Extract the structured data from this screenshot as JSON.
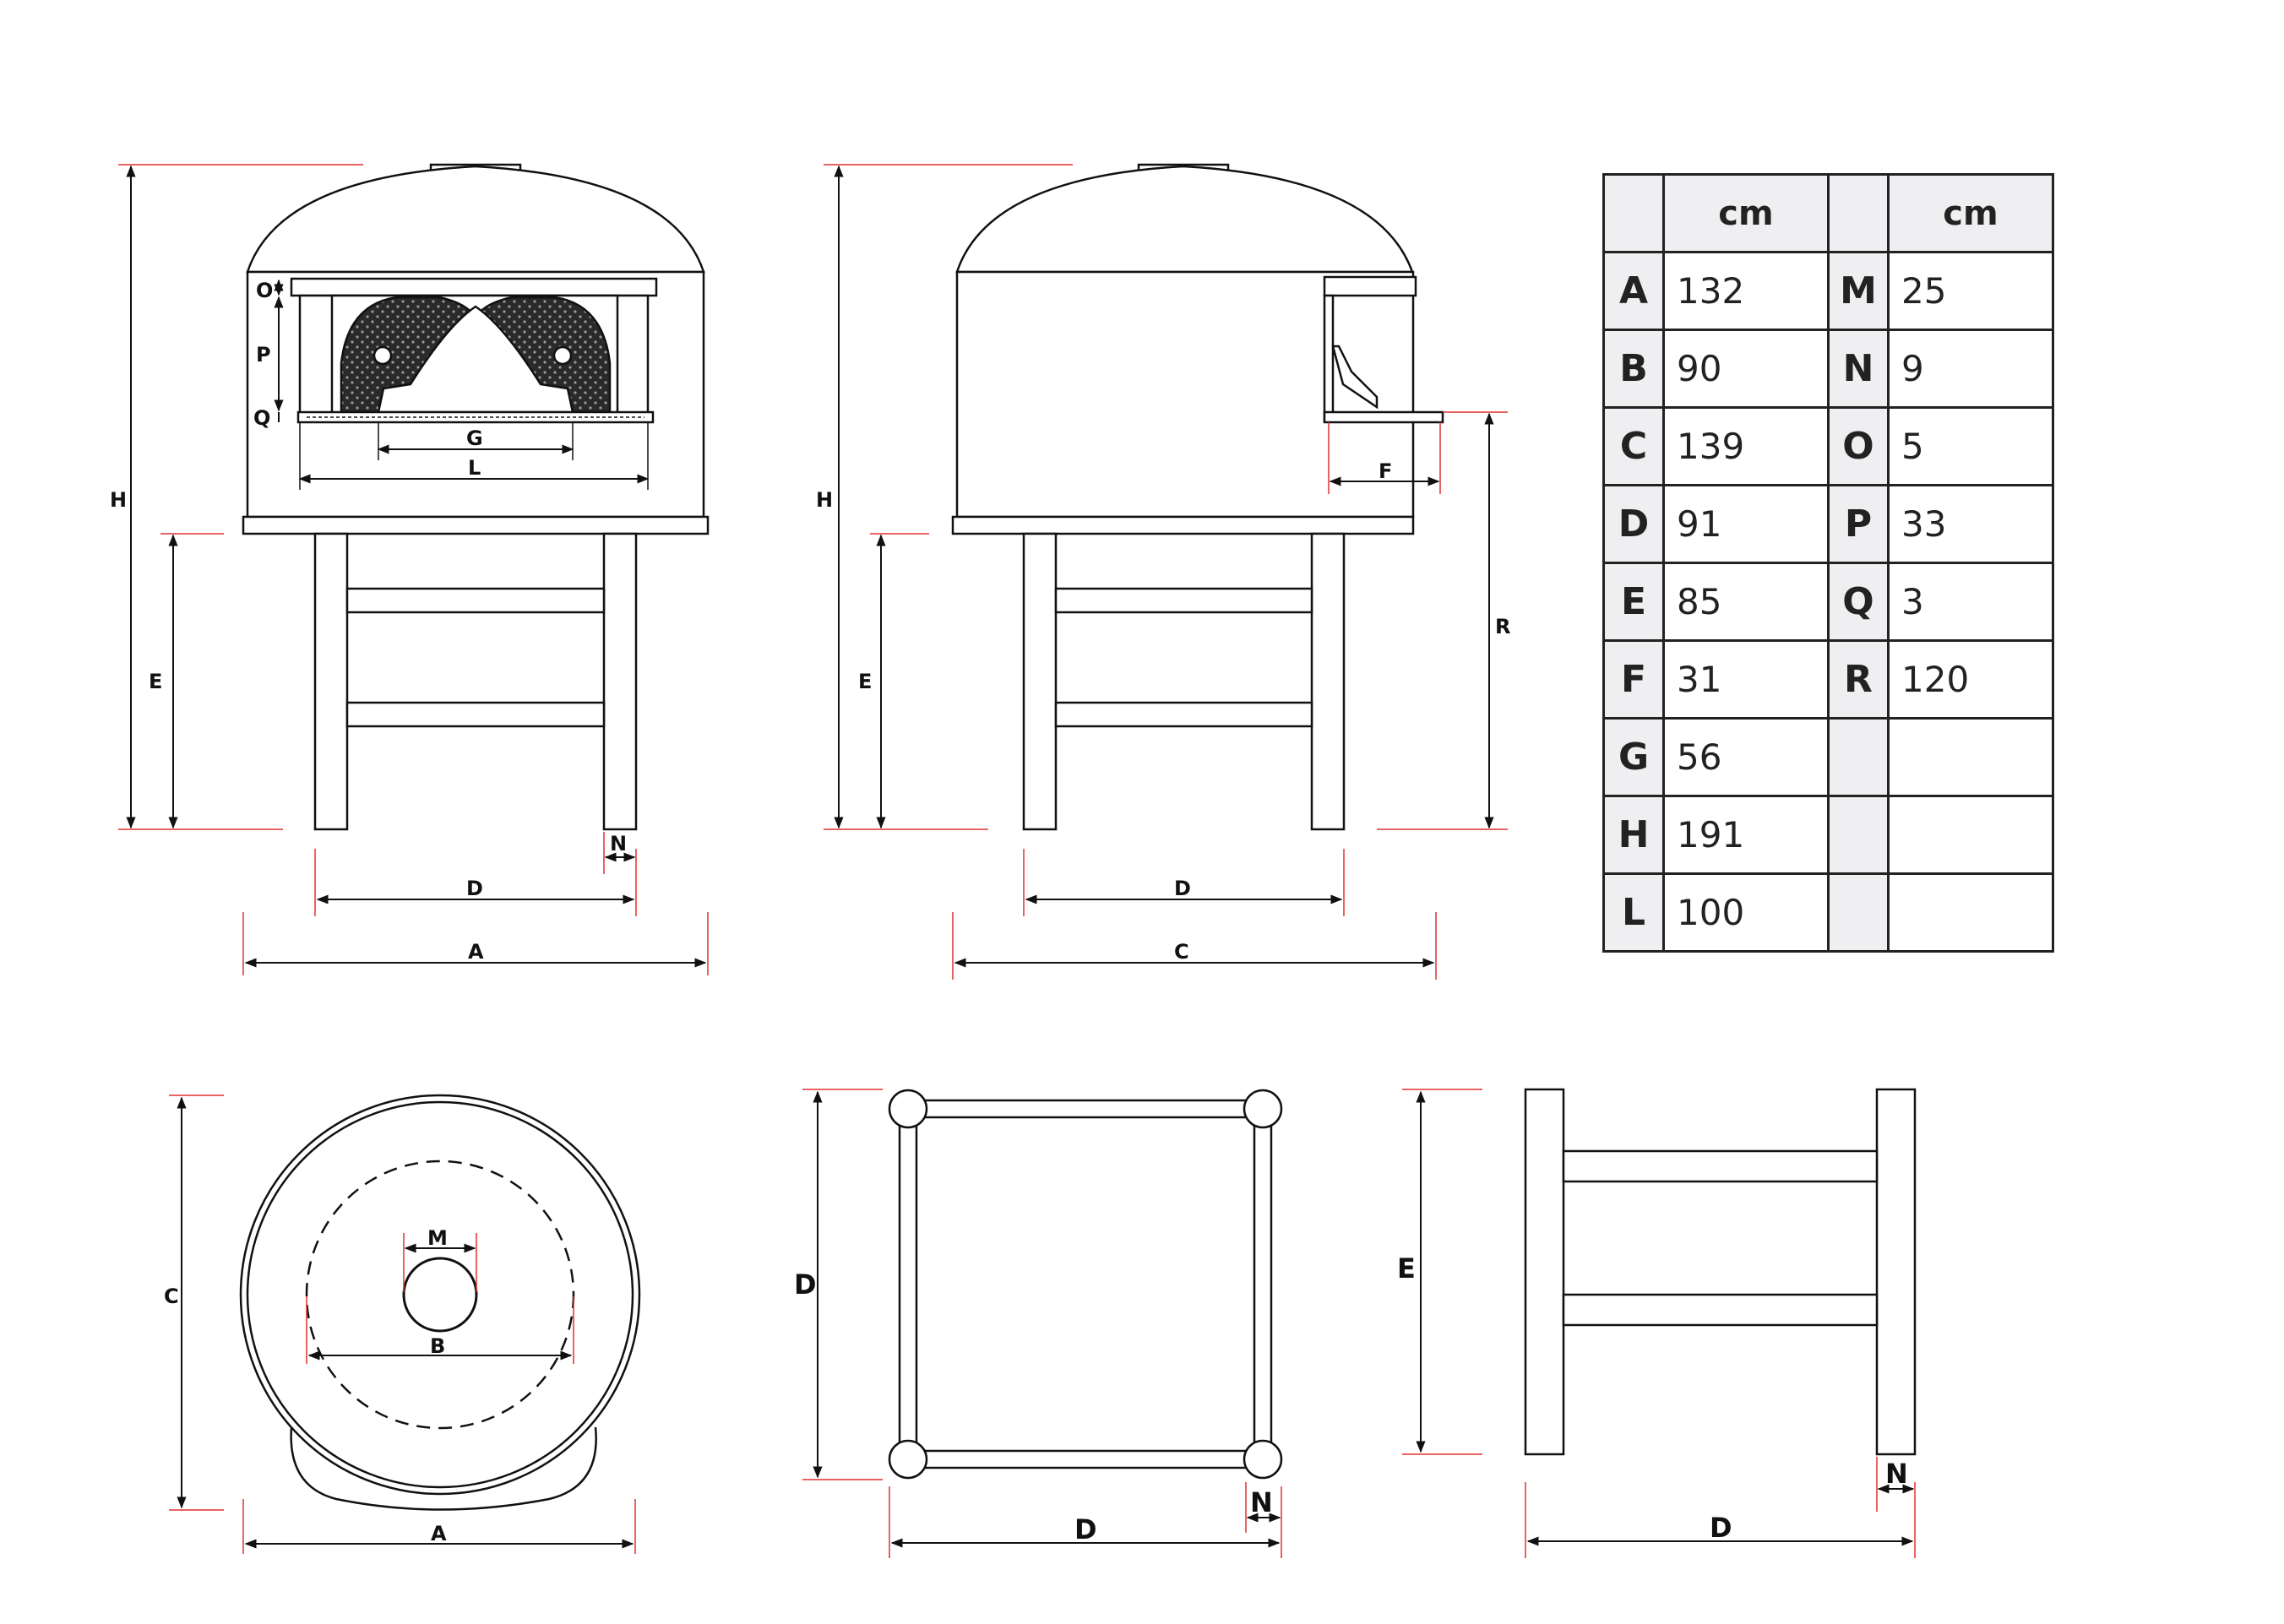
{
  "table": {
    "unit_header_1": "cm",
    "unit_header_2": "cm",
    "rows": [
      {
        "k1": "A",
        "v1": "132",
        "k2": "M",
        "v2": "25"
      },
      {
        "k1": "B",
        "v1": "90",
        "k2": "N",
        "v2": "9"
      },
      {
        "k1": "C",
        "v1": "139",
        "k2": "O",
        "v2": "5"
      },
      {
        "k1": "D",
        "v1": "91",
        "k2": "P",
        "v2": "33"
      },
      {
        "k1": "E",
        "v1": "85",
        "k2": "Q",
        "v2": "3"
      },
      {
        "k1": "F",
        "v1": "31",
        "k2": "R",
        "v2": "120"
      },
      {
        "k1": "G",
        "v1": "56",
        "k2": "",
        "v2": ""
      },
      {
        "k1": "H",
        "v1": "191",
        "k2": "",
        "v2": ""
      },
      {
        "k1": "L",
        "v1": "100",
        "k2": "",
        "v2": ""
      }
    ]
  },
  "labels": {
    "O": "O",
    "P": "P",
    "Q": "Q",
    "G": "G",
    "L": "L",
    "H": "H",
    "E": "E",
    "D": "D",
    "A": "A",
    "N": "N",
    "F": "F",
    "R": "R",
    "C": "C",
    "M": "M",
    "B": "B"
  },
  "colors": {
    "line": "#111111",
    "extension": "#e03030",
    "fill": "#ffffff",
    "refractory": "#2a2a2a"
  }
}
